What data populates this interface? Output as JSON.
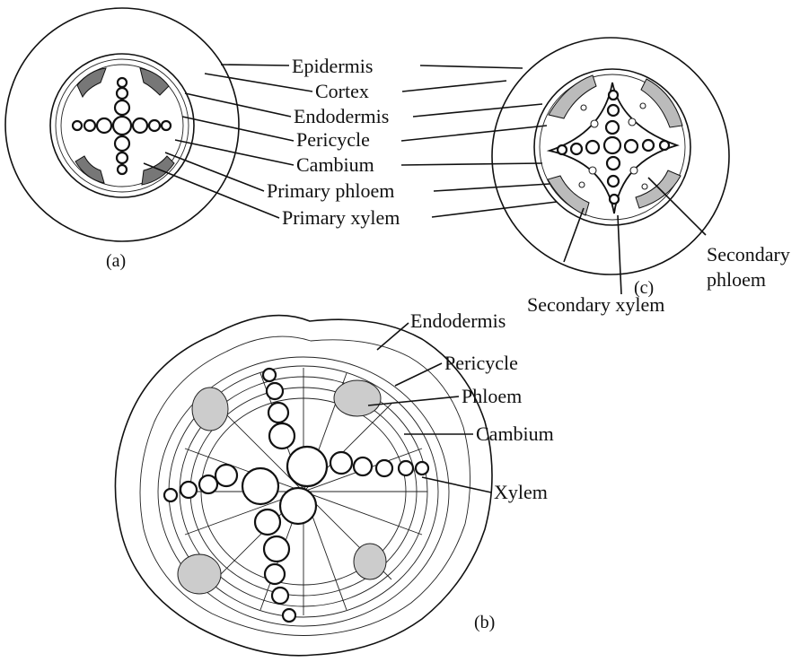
{
  "labels_a": [
    "Epidermis",
    "Cortex",
    "Endodermis",
    "Pericycle",
    "Cambium",
    "Primary phloem",
    "Primary xylem"
  ],
  "panel_a": "(a)",
  "labels_b": [
    "Endodermis",
    "Pericycle",
    "Phloem",
    "Cambium",
    "Xylem"
  ],
  "panel_b": "(b)",
  "labels_c": [
    "Secondary",
    "phloem",
    "Secondary xylem"
  ],
  "panel_c": "(c)"
}
